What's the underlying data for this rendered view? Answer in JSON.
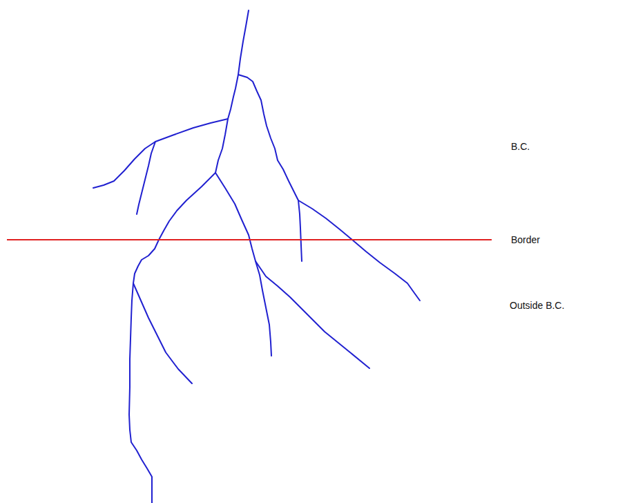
{
  "diagram": {
    "labels": [
      "B.C.",
      "Border",
      "Outside B.C."
    ]
  }
}
